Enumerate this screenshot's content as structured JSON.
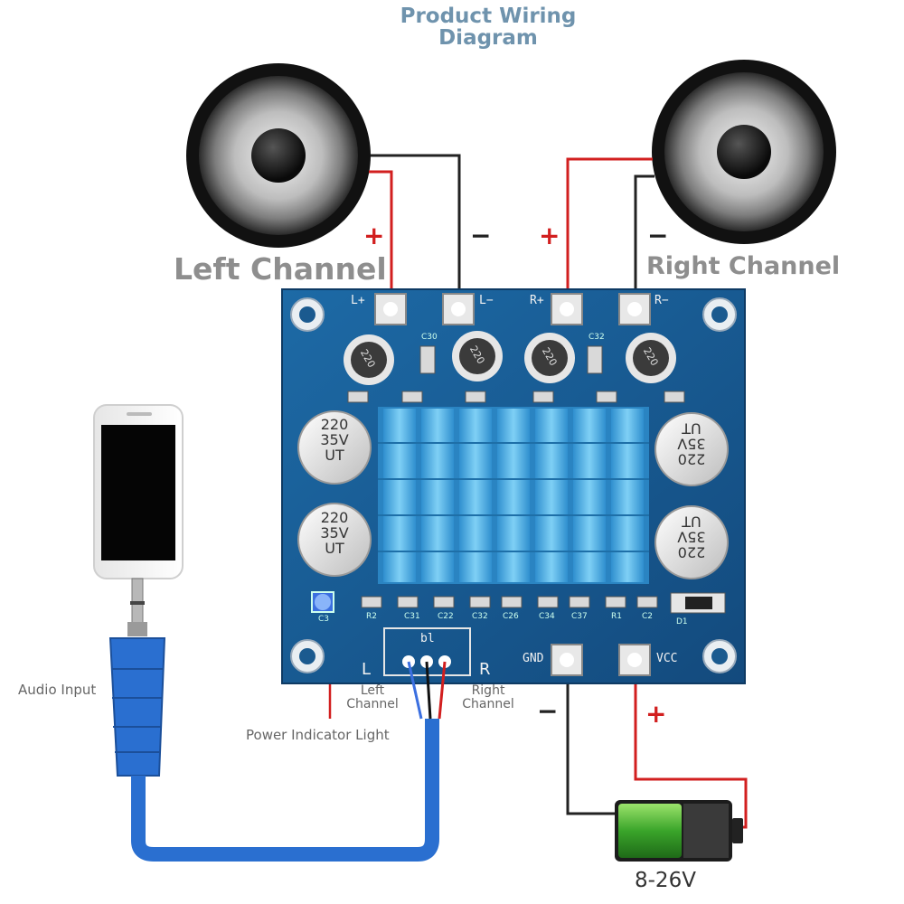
{
  "title_line1": "Product Wiring",
  "title_line2": "Diagram",
  "left_channel": "Left Channel",
  "right_channel": "Right Channel",
  "plus": "+",
  "minus": "−",
  "pcb": {
    "terminals": [
      "L+",
      "L−",
      "R+",
      "R−"
    ],
    "power_terminals": [
      "GND",
      "VCC"
    ],
    "input_header": "bl",
    "input_L": "L",
    "input_R": "R",
    "capacitor_value": "220",
    "capacitor_voltage": "35V",
    "capacitor_series": "UT",
    "inductor_value": "220",
    "small_parts": [
      "R2",
      "C31",
      "C22",
      "C32",
      "C26",
      "C34",
      "C37",
      "R1",
      "C2",
      "D1",
      "C3",
      "C30",
      "C32"
    ]
  },
  "left_channel_wire": "Left\nChannel",
  "right_channel_wire": "Right\nChannel",
  "audio_input": "Audio Input",
  "power_indicator": "Power Indicator Light",
  "battery_voltage": "8-26V",
  "colors": {
    "board": "#1b5a8f",
    "heatsink": "#4fb0e0",
    "wire_red": "#d21f1f",
    "wire_black": "#222222",
    "cable_blue": "#2a6fd0",
    "title": "#6f93ad"
  }
}
